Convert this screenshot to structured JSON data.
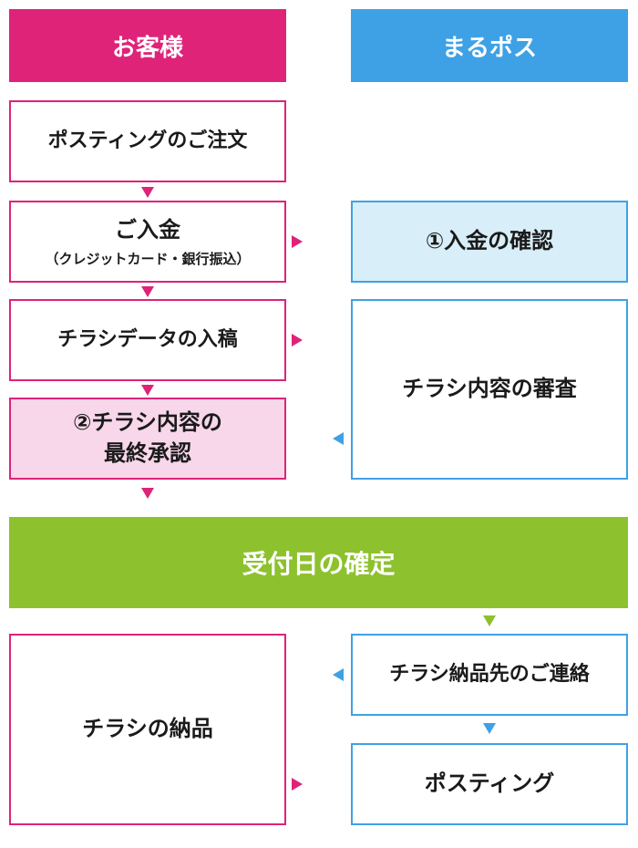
{
  "headers": {
    "customer": "お客様",
    "marupos": "まるポス"
  },
  "customer_steps": {
    "order": "ポスティングのご注文",
    "payment": "ご入金",
    "payment_methods": "（クレジットカード・銀行振込）",
    "flyer_data": "チラシデータの入稿",
    "final_approval_line1": "②チラシ内容の",
    "final_approval_line2": "最終承認",
    "delivery": "チラシの納品"
  },
  "marupos_steps": {
    "payment_check": "①入金の確認",
    "review": "チラシ内容の審査",
    "contact": "チラシ納品先のご連絡",
    "posting": "ポスティング"
  },
  "confirmation": "受付日の確定",
  "colors": {
    "customer": "#de2379",
    "marupos": "#3fa1e5",
    "confirmation": "#8dc12e",
    "highlight_customer": "#f8d7ea",
    "highlight_marupos": "#d8eef8"
  }
}
